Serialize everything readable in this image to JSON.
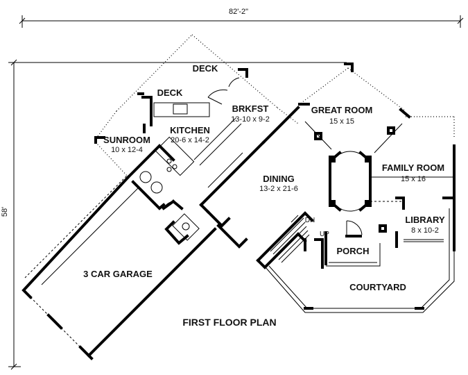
{
  "overall": {
    "width": "82'-2\"",
    "depth": "58'"
  },
  "rooms": {
    "deck_top": {
      "name": "DECK"
    },
    "deck_left": {
      "name": "DECK"
    },
    "breakfast": {
      "name": "BRKFST",
      "size": "13-10 x 9-2"
    },
    "great_room": {
      "name": "GREAT ROOM",
      "size": "15 x 15"
    },
    "kitchen": {
      "name": "KITCHEN",
      "size": "20-6 x 14-2"
    },
    "sunroom": {
      "name": "SUNROOM",
      "size": "10 x 12-4"
    },
    "dining": {
      "name": "DINING",
      "size": "13-2 x 21-6"
    },
    "family_room": {
      "name": "FAMILY ROOM",
      "size": "15 x 16"
    },
    "library": {
      "name": "LIBRARY",
      "size": "8 x 10-2"
    },
    "porch": {
      "name": "PORCH"
    },
    "garage": {
      "name": "3 CAR GARAGE"
    },
    "courtyard": {
      "name": "COURTYARD"
    }
  },
  "stairs": {
    "down": "DN",
    "up": "UP"
  },
  "plan_title": "FIRST FLOOR PLAN"
}
